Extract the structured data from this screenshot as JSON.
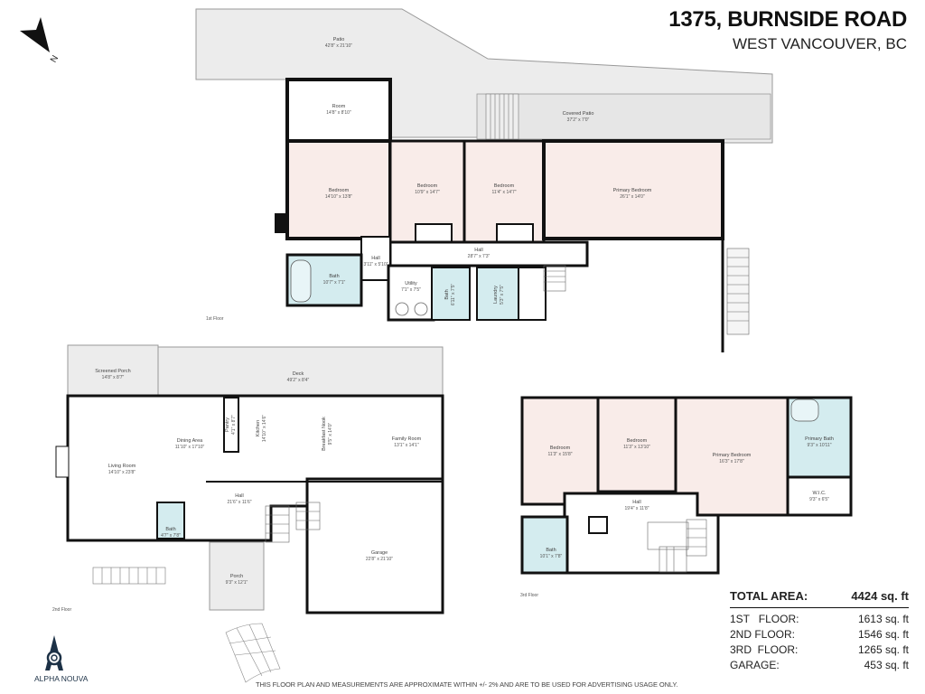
{
  "header": {
    "address": "1375, BURNSIDE ROAD",
    "city": "WEST VANCOUVER, BC"
  },
  "compass": {
    "icon": "north-arrow-icon",
    "label": "N"
  },
  "floors": {
    "first": {
      "label": "1st Floor",
      "rooms": [
        {
          "name": "Patio",
          "dims": "42'8\" x 21'10\""
        },
        {
          "name": "Room",
          "dims": "14'8\" x 8'10\""
        },
        {
          "name": "Covered Patio",
          "dims": "37'2\" x 7'0\""
        },
        {
          "name": "Bedroom",
          "dims": "14'10\" x 13'8\""
        },
        {
          "name": "Bedroom",
          "dims": "10'9\" x 14'7\""
        },
        {
          "name": "Bedroom",
          "dims": "11'4\" x 14'7\""
        },
        {
          "name": "Primary Bedroom",
          "dims": "26'1\" x 14'0\""
        },
        {
          "name": "Hall",
          "dims": "28'7\" x 7'3\""
        },
        {
          "name": "Hall",
          "dims": "3'11\" x 5'10\""
        },
        {
          "name": "Bath",
          "dims": "10'7\" x 7'1\""
        },
        {
          "name": "Utility",
          "dims": "7'1\" x 7'5\""
        },
        {
          "name": "Bath",
          "dims": "6'11\" x 7'5\""
        },
        {
          "name": "Laundry",
          "dims": "5'3\" x 7'5\""
        }
      ]
    },
    "second": {
      "label": "2nd Floor",
      "rooms": [
        {
          "name": "Screened Porch",
          "dims": "14'8\" x 8'7\""
        },
        {
          "name": "Deck",
          "dims": "49'2\" x 8'4\""
        },
        {
          "name": "Living Room",
          "dims": "14'10\" x 23'8\""
        },
        {
          "name": "Dining Area",
          "dims": "11'10\" x 17'10\""
        },
        {
          "name": "Pantry",
          "dims": "4'1\" x 8'7\""
        },
        {
          "name": "Kitchen",
          "dims": "14'10\" x 14'6\""
        },
        {
          "name": "Breakfast Nook",
          "dims": "9'5\" x 14'0\""
        },
        {
          "name": "Family Room",
          "dims": "13'1\" x 14'1\""
        },
        {
          "name": "Hall",
          "dims": "21'6\" x 11'6\""
        },
        {
          "name": "Bath",
          "dims": "4'7\" x 7'8\""
        },
        {
          "name": "Porch",
          "dims": "9'3\" x 12'1\""
        },
        {
          "name": "Garage",
          "dims": "22'8\" x 21'10\""
        }
      ]
    },
    "third": {
      "label": "3rd Floor",
      "rooms": [
        {
          "name": "Bedroom",
          "dims": "11'3\" x 15'8\""
        },
        {
          "name": "Bedroom",
          "dims": "11'3\" x 13'10\""
        },
        {
          "name": "Primary Bedroom",
          "dims": "16'3\" x 17'8\""
        },
        {
          "name": "Primary Bath",
          "dims": "9'3\" x 10'11\""
        },
        {
          "name": "W.I.C.",
          "dims": "9'3\" x 6'5\""
        },
        {
          "name": "Hall",
          "dims": "19'4\" x 11'8\""
        },
        {
          "name": "Bath",
          "dims": "10'1\" x 7'8\""
        }
      ]
    }
  },
  "area_summary": {
    "total_label": "TOTAL AREA:",
    "total_value": "4424 sq. ft",
    "rows": [
      {
        "label": "1ST   FLOOR:",
        "value": "1613 sq. ft"
      },
      {
        "label": "2ND FLOOR:",
        "value": "1546 sq. ft"
      },
      {
        "label": "3RD  FLOOR:",
        "value": "1265 sq. ft"
      },
      {
        "label": "GARAGE:",
        "value": "453 sq. ft"
      }
    ]
  },
  "footer": {
    "logo_text": "ALPHA NOUVA",
    "disclaimer": "THIS FLOOR PLAN AND MEASUREMENTS ARE APPROXIMATE WITHIN +/- 2% AND ARE TO BE USED FOR ADVERTISING USAGE ONLY."
  },
  "colors": {
    "bedroom_fill": "#f9ece9",
    "bath_fill": "#d4ecef",
    "outdoor_fill": "#ececec",
    "wall": "#111111",
    "logo": "#1c3146"
  }
}
